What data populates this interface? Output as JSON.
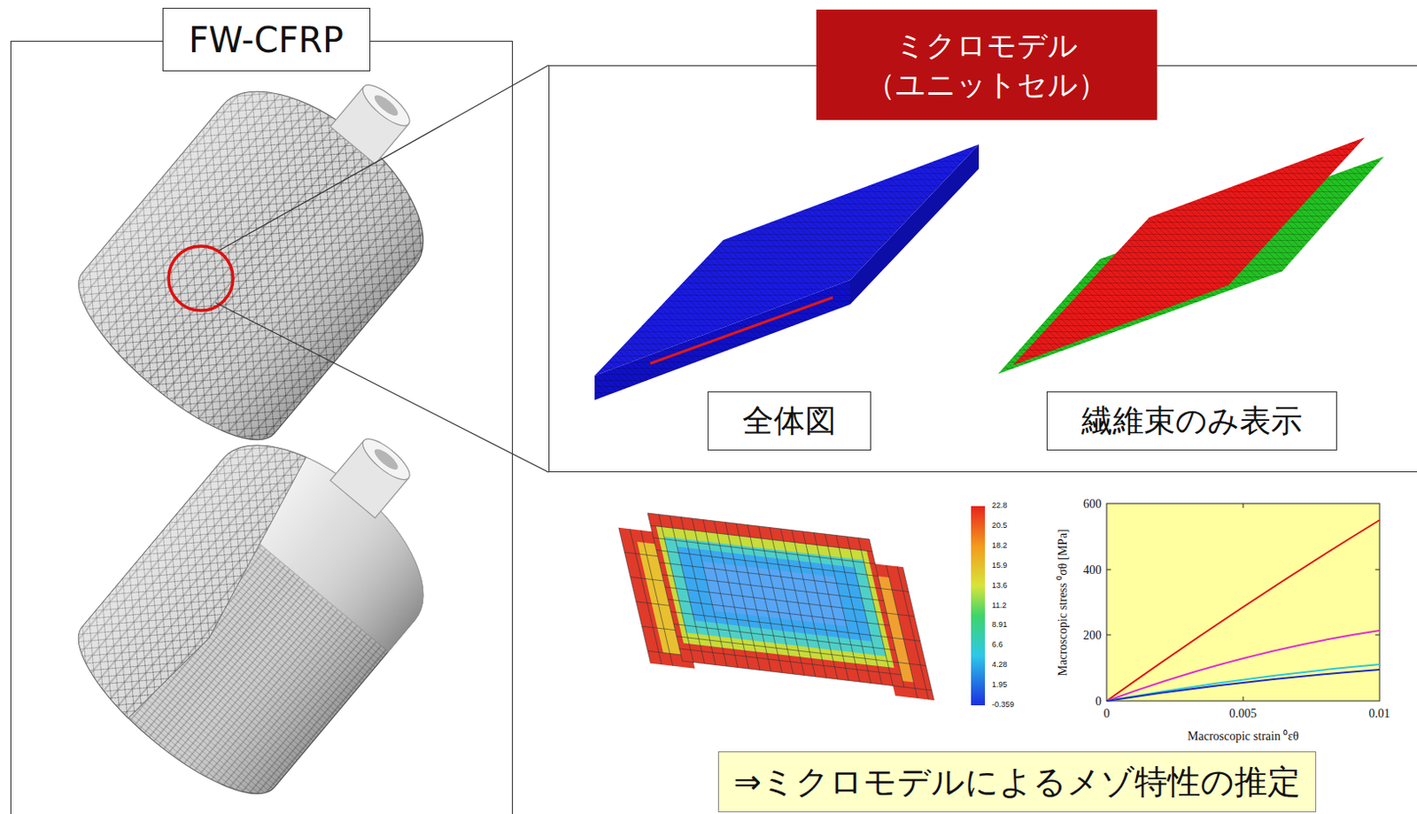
{
  "diagram": {
    "nodes": [
      {
        "text": [
          "FW-CFRP"
        ]
      },
      {
        "text": [
          "ミクロモデル （ユニットセル）"
        ]
      },
      {
        "text": [
          "全体図"
        ],
        "in": 1
      },
      {
        "text": [
          "繊維束のみ表示"
        ],
        "in": 1
      },
      {
        "text": [
          "⇒ミクロモデルによるメゾ特性の推定"
        ]
      }
    ],
    "labels": [
      "22.8",
      "20.5",
      "18.2",
      "15.9",
      "13.6",
      "11.2",
      "8.91",
      "6.6",
      "4.28",
      "1.95",
      "-0.359",
      "600",
      "400",
      "200",
      "0",
      "0",
      "0.005",
      "0.01",
      "Macroscopic stress ⁰σθ [MPa]",
      "Macroscopic strain ⁰εθ"
    ]
  }
}
